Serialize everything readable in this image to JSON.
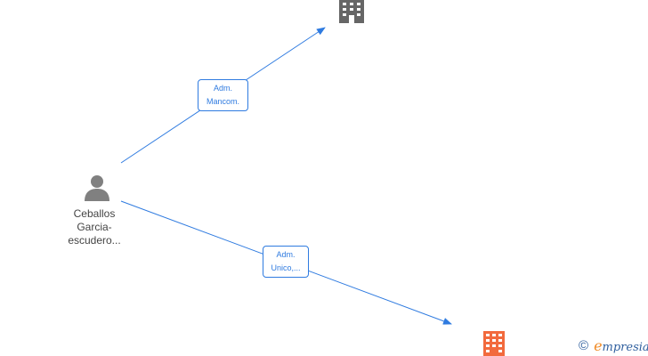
{
  "colors": {
    "edge": "#2f7be0",
    "company_gray": "#666666",
    "company_highlight": "#f26a3d",
    "person": "#808080"
  },
  "person": {
    "icon": "person-icon",
    "name_lines": [
      "Ceballos",
      "Garcia-",
      "escudero..."
    ]
  },
  "companies": [
    {
      "icon": "building-icon",
      "color": "gray"
    },
    {
      "icon": "building-icon",
      "color": "highlight"
    }
  ],
  "edges": [
    {
      "from": "person",
      "to": "company-1",
      "label_lines": [
        "Adm.",
        "Mancom."
      ]
    },
    {
      "from": "person",
      "to": "company-2",
      "label_lines": [
        "Adm.",
        "Unico,..."
      ]
    }
  ],
  "watermark": {
    "copyright": "©",
    "brand_initial": "e",
    "brand_rest": "mpresia"
  }
}
